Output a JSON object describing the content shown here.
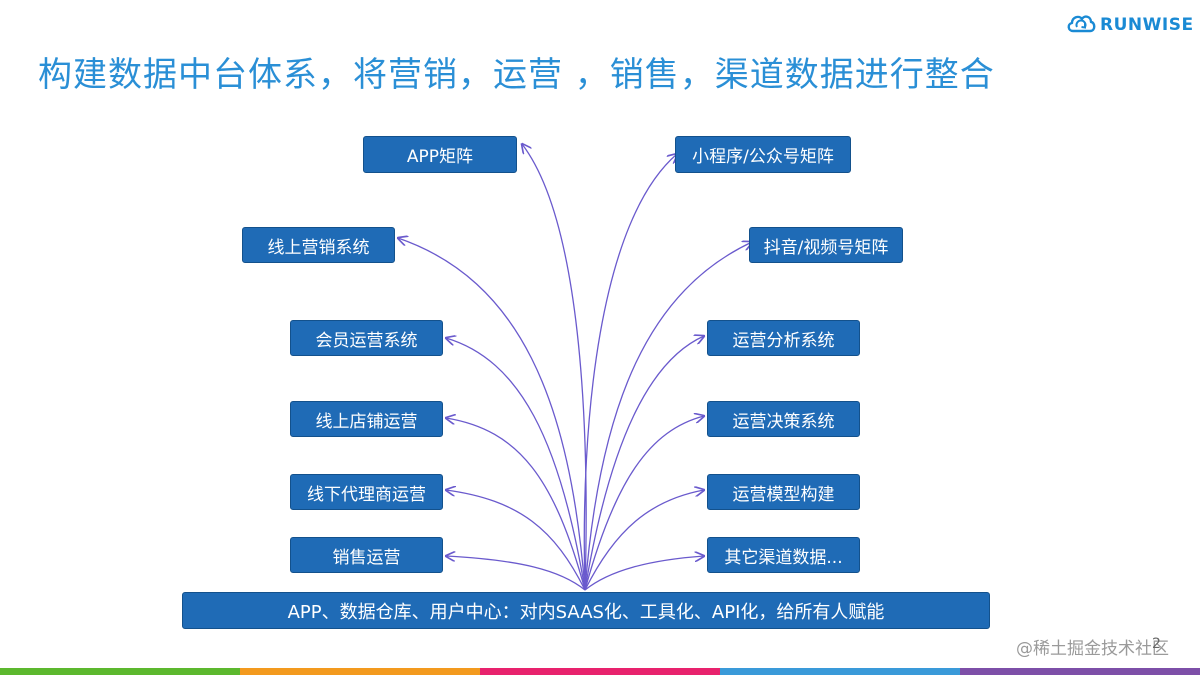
{
  "title": "构建数据中台体系，将营销，运营 ，销售，渠道数据进行整合",
  "logo": {
    "text": "RUNWISE",
    "icon": "cloud-refresh-icon"
  },
  "left_boxes": [
    "APP矩阵",
    "线上营销系统",
    "会员运营系统",
    "线上店铺运营",
    "线下代理商运营",
    "销售运营"
  ],
  "right_boxes": [
    "小程序/公众号矩阵",
    "抖音/视频号矩阵",
    "运营分析系统",
    "运营决策系统",
    "运营模型构建",
    "其它渠道数据..."
  ],
  "base": "APP、数据仓库、用户中心：对内SAAS化、工具化、API化，给所有人赋能",
  "page_number": "2",
  "watermark": "@稀土掘金技术社区",
  "colors": {
    "title": "#2a8fd6",
    "box_fill": "#1f6bb6",
    "arrow": "#6a5acd",
    "footer": [
      "#5cb82e",
      "#f39a1e",
      "#e8226d",
      "#3a9ad9",
      "#7d4fa8"
    ]
  }
}
